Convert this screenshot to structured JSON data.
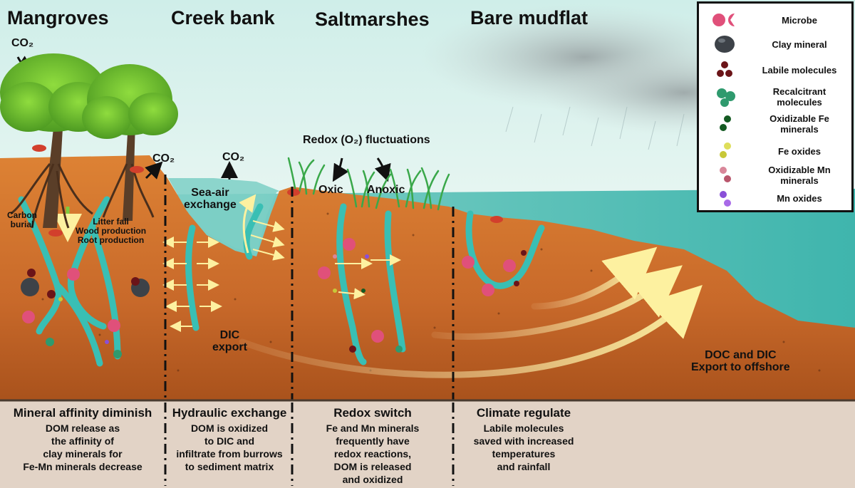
{
  "zones": {
    "mangroves": "Mangroves",
    "creek_bank": "Creek bank",
    "saltmarshes": "Saltmarshes",
    "bare_mudflat": "Bare mudflat"
  },
  "labels": {
    "co2_top": "CO₂",
    "co2_mangrove": "CO₂",
    "co2_creek": "CO₂",
    "sea_air": "Sea-air\nexchange",
    "carbon_burial": "Carbon\nburial",
    "litter": "Litter fall\nWood production\nRoot production",
    "redox_fluct": "Redox (O₂) fluctuations",
    "oxic": "Oxic",
    "anoxic": "Anoxic",
    "dic_export": "DIC\nexport",
    "doc_dic": "DOC and DIC\nExport to offshore"
  },
  "bottom": [
    {
      "title": "Mineral affinity diminish",
      "desc": "DOM release as\nthe affinity of\nclay minerals for\nFe-Mn minerals decrease"
    },
    {
      "title": "Hydraulic exchange",
      "desc": "DOM is oxidized\nto DIC and\ninfiltrate from burrows\nto sediment matrix"
    },
    {
      "title": "Redox switch",
      "desc": "Fe and Mn minerals\nfrequently have\nredox reactions,\nDOM is released\nand oxidized"
    },
    {
      "title": "Climate regulate",
      "desc": "Labile molecules\nsaved with increased\ntemperatures\nand rainfall"
    }
  ],
  "legend": [
    {
      "name": "microbe",
      "label": "Microbe",
      "icon": "microbe-icon",
      "color": "#e0507a"
    },
    {
      "name": "clay-mineral",
      "label": "Clay mineral",
      "icon": "clay-mineral-icon",
      "color": "#3d4248"
    },
    {
      "name": "labile-molecules",
      "label": "Labile molecules",
      "icon": "labile-molecules-icon",
      "color": "#6b1418"
    },
    {
      "name": "recalcitrant-molecules",
      "label": "Recalcitrant\nmolecules",
      "icon": "recalcitrant-molecules-icon",
      "color": "#2f9a6e"
    },
    {
      "name": "oxidizable-fe",
      "label": "Oxidizable Fe\nminerals",
      "icon": "oxidizable-fe-icon",
      "color": "#145a22"
    },
    {
      "name": "fe-oxides",
      "label": "Fe oxides",
      "icon": "fe-oxides-icon",
      "color": "#c8c838"
    },
    {
      "name": "oxidizable-mn",
      "label": "Oxidizable Mn\nminerals",
      "icon": "oxidizable-mn-icon",
      "color": "#d9879a"
    },
    {
      "name": "mn-oxides",
      "label": "Mn oxides",
      "icon": "mn-oxides-icon",
      "color": "#8a4fd8"
    }
  ],
  "colors": {
    "sky": "#d9efeb",
    "sediment": "#d9782e",
    "sediment_dark": "#a9521c",
    "water": "#3fb8b0",
    "bottom_panel": "#e2d3c6",
    "burrow": "#39bfb4"
  }
}
